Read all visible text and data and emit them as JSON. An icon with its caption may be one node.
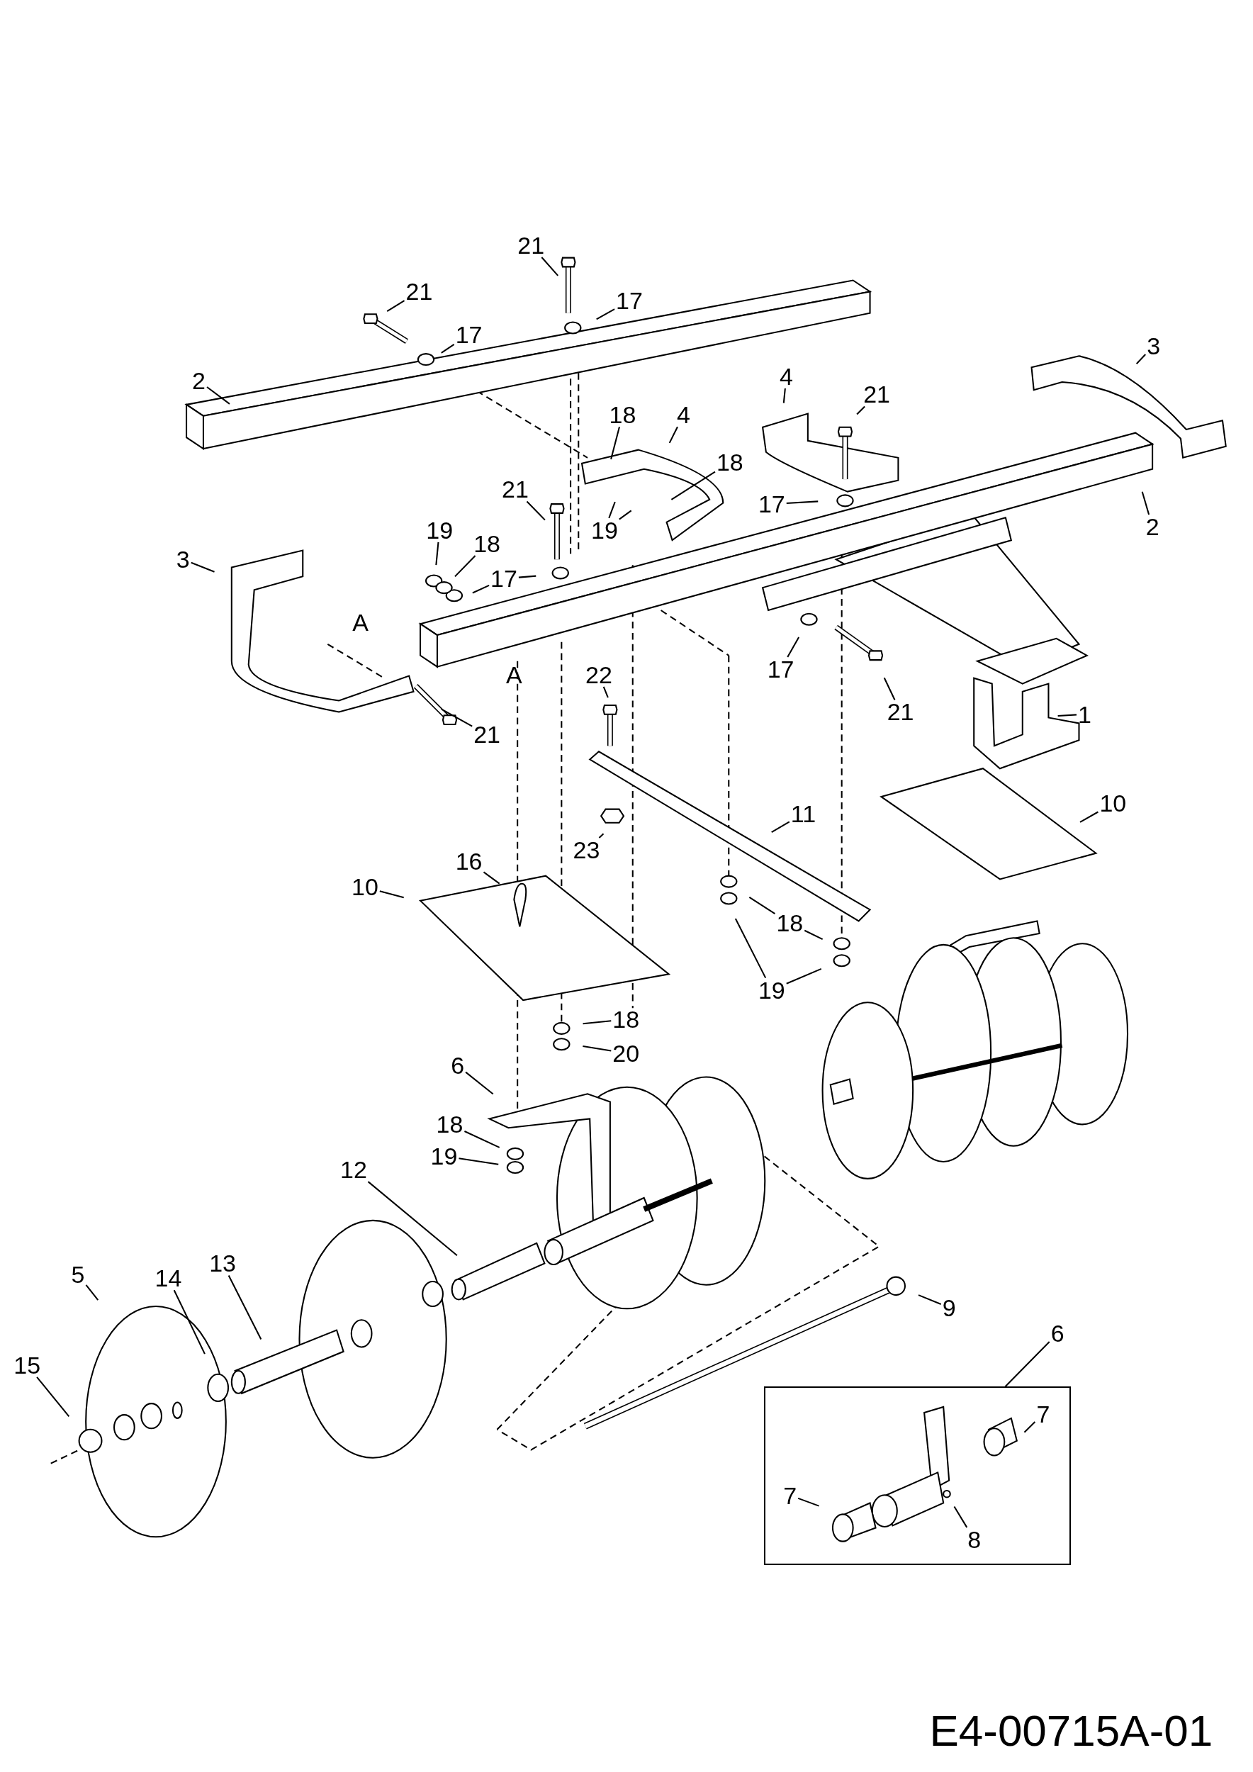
{
  "diagram": {
    "nodes": [
      {
        "text": [
          "21"
        ]
      },
      {
        "text": [
          "17"
        ]
      },
      {
        "text": [
          "21"
        ]
      },
      {
        "text": [
          "17"
        ]
      },
      {
        "text": [
          "2"
        ]
      },
      {
        "text": [
          "3"
        ]
      },
      {
        "text": [
          "4"
        ]
      },
      {
        "text": [
          "21"
        ]
      },
      {
        "text": [
          "18"
        ]
      },
      {
        "text": [
          "4"
        ]
      },
      {
        "text": [
          "18"
        ]
      },
      {
        "text": [
          "21"
        ]
      },
      {
        "text": [
          "19"
        ]
      },
      {
        "text": [
          "17"
        ]
      },
      {
        "text": [
          "2"
        ]
      },
      {
        "text": [
          "19"
        ]
      },
      {
        "text": [
          "18"
        ]
      },
      {
        "text": [
          "17"
        ]
      },
      {
        "text": [
          "3"
        ]
      },
      {
        "text": [
          "17"
        ]
      },
      {
        "text": [
          "21"
        ]
      },
      {
        "text": [
          "21"
        ]
      },
      {
        "text": [
          "1"
        ]
      },
      {
        "text": [
          "22"
        ]
      },
      {
        "text": [
          "11"
        ]
      },
      {
        "text": [
          "10"
        ]
      },
      {
        "text": [
          "23"
        ]
      },
      {
        "text": [
          "16"
        ]
      },
      {
        "text": [
          "10"
        ]
      },
      {
        "text": [
          "18"
        ]
      },
      {
        "text": [
          "19"
        ]
      },
      {
        "text": [
          "18"
        ]
      },
      {
        "text": [
          "20"
        ]
      },
      {
        "text": [
          "6"
        ]
      },
      {
        "text": [
          "18"
        ]
      },
      {
        "text": [
          "19"
        ]
      },
      {
        "text": [
          "12"
        ]
      },
      {
        "text": [
          "5"
        ]
      },
      {
        "text": [
          "14"
        ]
      },
      {
        "text": [
          "13"
        ]
      },
      {
        "text": [
          "15"
        ]
      },
      {
        "text": [
          "9"
        ]
      },
      {
        "text": [
          "6"
        ]
      },
      {
        "text": [],
        "shape": "box"
      },
      {
        "text": [
          "7"
        ],
        "in": 43
      },
      {
        "text": [
          "7"
        ],
        "in": 43
      },
      {
        "text": [
          "8"
        ],
        "in": 43
      }
    ],
    "edges": [
      {
        "from": 0,
        "to": null,
        "arrow": "none"
      },
      {
        "from": 1,
        "to": null,
        "arrow": "none"
      },
      {
        "from": 2,
        "to": null,
        "arrow": "none"
      },
      {
        "from": 3,
        "to": null,
        "arrow": "none"
      },
      {
        "from": 4,
        "to": null,
        "arrow": "none"
      },
      {
        "from": 5,
        "to": null,
        "arrow": "none"
      },
      {
        "from": 6,
        "to": null,
        "arrow": "none"
      },
      {
        "from": 7,
        "to": null,
        "arrow": "none"
      },
      {
        "from": 8,
        "to": null,
        "arrow": "none"
      },
      {
        "from": 9,
        "to": null,
        "arrow": "none"
      },
      {
        "from": 10,
        "to": null,
        "arrow": "none"
      },
      {
        "from": 11,
        "to": null,
        "arrow": "none"
      },
      {
        "from": 12,
        "to": null,
        "arrow": "none"
      },
      {
        "from": 12,
        "to": null,
        "arrow": "none"
      },
      {
        "from": 13,
        "to": null,
        "arrow": "none"
      },
      {
        "from": 14,
        "to": null,
        "arrow": "none"
      },
      {
        "from": 15,
        "to": null,
        "arrow": "none"
      },
      {
        "from": 16,
        "to": null,
        "arrow": "none"
      },
      {
        "from": 17,
        "to": null,
        "arrow": "none"
      },
      {
        "from": 17,
        "to": null,
        "arrow": "none"
      },
      {
        "from": 18,
        "to": null,
        "arrow": "none"
      },
      {
        "from": 19,
        "to": null,
        "arrow": "none"
      },
      {
        "from": 20,
        "to": null,
        "arrow": "none"
      },
      {
        "from": 21,
        "to": null,
        "arrow": "none"
      },
      {
        "from": 22,
        "to": null,
        "arrow": "none"
      },
      {
        "from": 23,
        "to": null,
        "arrow": "none"
      },
      {
        "from": 24,
        "to": null,
        "arrow": "none"
      },
      {
        "from": 25,
        "to": null,
        "arrow": "none"
      },
      {
        "from": 26,
        "to": null,
        "arrow": "none"
      },
      {
        "from": 27,
        "to": null,
        "arrow": "none"
      },
      {
        "from": 28,
        "to": null,
        "arrow": "none"
      },
      {
        "from": 29,
        "to": null,
        "arrow": "none"
      },
      {
        "from": 29,
        "to": null,
        "arrow": "none"
      },
      {
        "from": 30,
        "to": null,
        "arrow": "none"
      },
      {
        "from": 30,
        "to": null,
        "arrow": "none"
      },
      {
        "from": 31,
        "to": null,
        "arrow": "none"
      },
      {
        "from": 32,
        "to": null,
        "arrow": "none"
      },
      {
        "from": 33,
        "to": null,
        "arrow": "none"
      },
      {
        "from": 34,
        "to": null,
        "arrow": "none"
      },
      {
        "from": 35,
        "to": null,
        "arrow": "none"
      },
      {
        "from": 36,
        "to": null,
        "arrow": "none"
      },
      {
        "from": 37,
        "to": null,
        "arrow": "none"
      },
      {
        "from": 38,
        "to": null,
        "arrow": "none"
      },
      {
        "from": 39,
        "to": null,
        "arrow": "none"
      },
      {
        "from": 40,
        "to": null,
        "arrow": "none"
      },
      {
        "from": 41,
        "to": null,
        "arrow": "none"
      },
      {
        "from": 42,
        "to": 43,
        "arrow": "none"
      },
      {
        "from": 44,
        "to": null,
        "arrow": "none"
      },
      {
        "from": 45,
        "to": null,
        "arrow": "none"
      },
      {
        "from": 46,
        "to": null,
        "arrow": "none"
      }
    ],
    "labels": [
      "A",
      "A",
      "E4-00715A-01"
    ]
  }
}
